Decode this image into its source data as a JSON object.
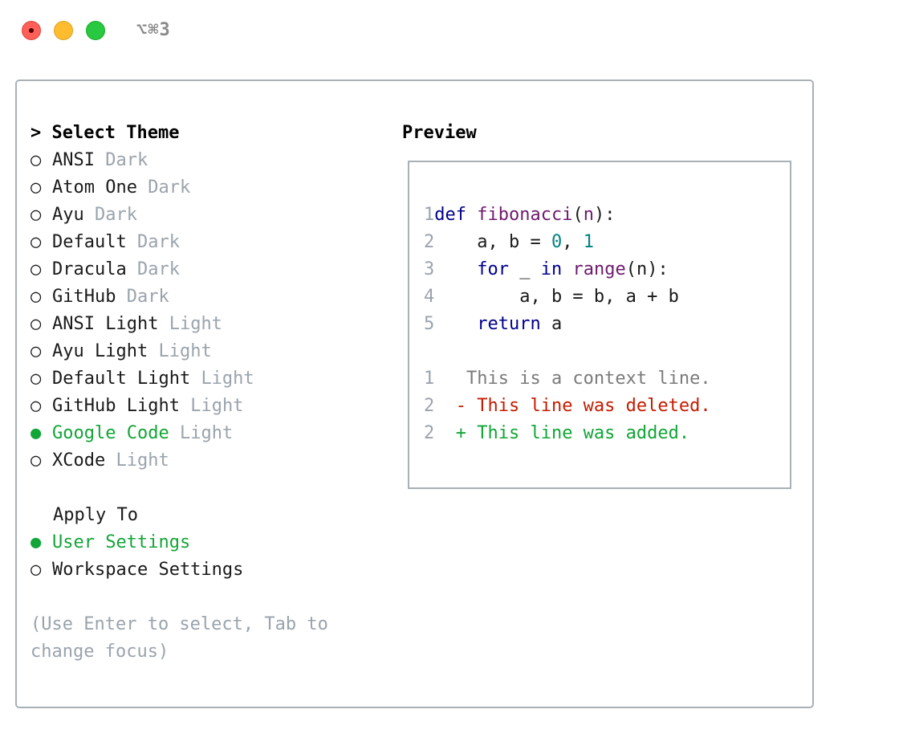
{
  "window": {
    "shortcut": "⌥⌘3"
  },
  "theme_section": {
    "heading_prefix": ">",
    "heading": "Select Theme",
    "themes": [
      {
        "name": "ANSI",
        "variant": "Dark",
        "selected": false
      },
      {
        "name": "Atom One",
        "variant": "Dark",
        "selected": false
      },
      {
        "name": "Ayu",
        "variant": "Dark",
        "selected": false
      },
      {
        "name": "Default",
        "variant": "Dark",
        "selected": false
      },
      {
        "name": "Dracula",
        "variant": "Dark",
        "selected": false
      },
      {
        "name": "GitHub",
        "variant": "Dark",
        "selected": false
      },
      {
        "name": "ANSI Light",
        "variant": "Light",
        "selected": false
      },
      {
        "name": "Ayu Light",
        "variant": "Light",
        "selected": false
      },
      {
        "name": "Default Light",
        "variant": "Light",
        "selected": false
      },
      {
        "name": "GitHub Light",
        "variant": "Light",
        "selected": false
      },
      {
        "name": "Google Code",
        "variant": "Light",
        "selected": true
      },
      {
        "name": "XCode",
        "variant": "Light",
        "selected": false
      }
    ]
  },
  "apply_section": {
    "heading": "Apply To",
    "options": [
      {
        "label": "User Settings",
        "selected": true
      },
      {
        "label": "Workspace Settings",
        "selected": false
      }
    ]
  },
  "radio": {
    "unselected": "○",
    "selected": "●"
  },
  "hint": {
    "line1": "(Use Enter to select, Tab to",
    "line2": "change focus)"
  },
  "preview": {
    "heading": "Preview",
    "code": [
      {
        "n": "1",
        "tokens": [
          [
            "kw",
            "def"
          ],
          [
            "plain",
            " "
          ],
          [
            "fn",
            "fibonacci"
          ],
          [
            "plain",
            "("
          ],
          [
            "fn",
            "n"
          ],
          [
            "plain",
            "):"
          ]
        ]
      },
      {
        "n": "2",
        "tokens": [
          [
            "plain",
            "    a, b = "
          ],
          [
            "num",
            "0"
          ],
          [
            "plain",
            ", "
          ],
          [
            "num",
            "1"
          ]
        ]
      },
      {
        "n": "3",
        "tokens": [
          [
            "plain",
            "    "
          ],
          [
            "kw",
            "for"
          ],
          [
            "plain",
            " _ "
          ],
          [
            "kw",
            "in"
          ],
          [
            "plain",
            " "
          ],
          [
            "fn",
            "range"
          ],
          [
            "plain",
            "(n):"
          ]
        ]
      },
      {
        "n": "4",
        "tokens": [
          [
            "plain",
            "        a, b = b, a + b"
          ]
        ]
      },
      {
        "n": "5",
        "tokens": [
          [
            "plain",
            "    "
          ],
          [
            "kw",
            "return"
          ],
          [
            "plain",
            " a"
          ]
        ]
      }
    ],
    "diff": [
      {
        "n": "1",
        "type": "ctx",
        "text": "   This is a context line."
      },
      {
        "n": "2",
        "type": "del",
        "text": "  - This line was deleted."
      },
      {
        "n": "2",
        "type": "add",
        "text": "  + This line was added."
      }
    ]
  },
  "colors": {
    "selected": "#12a537",
    "muted": "#9aa3ad",
    "keyword": "#00008b",
    "function": "#6e1a6e",
    "number": "#008080",
    "deleted": "#c51c00",
    "added": "#12a537"
  }
}
